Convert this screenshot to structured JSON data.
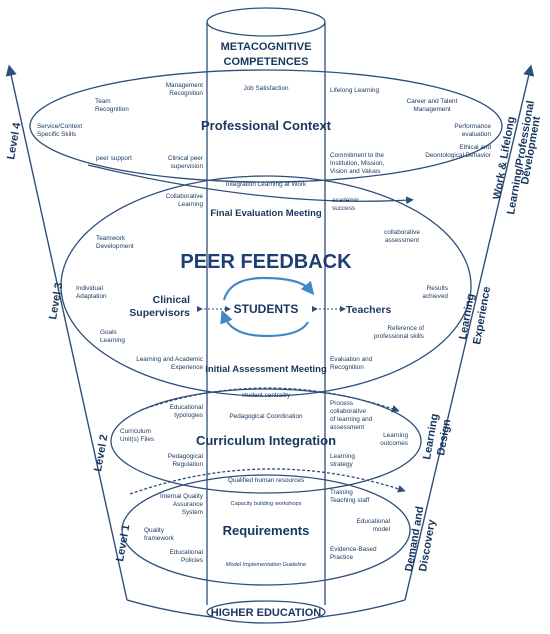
{
  "colors": {
    "primary": "#17375e",
    "arrow": "#3f87c9",
    "stroke": "#2d4f7c"
  },
  "top": {
    "title_line1": "METACOGNITIVE",
    "title_line2": "COMPETENCES"
  },
  "bottom": {
    "title": "HIGHER EDUCATION"
  },
  "levels": {
    "l1": "Level 1",
    "l2": "Level 2",
    "l3": "Level 3",
    "l4": "Level 4"
  },
  "right_axis": {
    "work_line1": "Work & Lifelong",
    "work_line2": "Learning/Professional",
    "work_line3": "Development",
    "exp_line1": "Learning",
    "exp_line2": "Experience",
    "design_line1": "Learning",
    "design_line2": "Design",
    "demand_line1": "Demand and",
    "demand_line2": "Discovery"
  },
  "professional": {
    "title": "Professional Context",
    "management_l1": "Management",
    "management_l2": "Recognition",
    "job": "Job Satisfaction",
    "lifelong": "Lifelong Learning",
    "team_l1": "Team",
    "team_l2": "Recognition",
    "career_l1": "Career and Talent",
    "career_l2": "Management",
    "service_l1": "Service/Context",
    "service_l2": "Specific Skills",
    "performance_l1": "Performance",
    "performance_l2": "evaluation",
    "ethical_l1": "Ethical and",
    "ethical_l2": "Deontological Behavior",
    "peer_support": "peer support",
    "clinical_peer_l1": "Clinical peer",
    "clinical_peer_l2": "supervision",
    "commitment_l1": "Commitment to the",
    "commitment_l2": "Institution, Mission,",
    "commitment_l3": "Vision and Values",
    "integration": "Integration Learning at Work"
  },
  "peer": {
    "collaborative_learning_l1": "Collaborative",
    "collaborative_learning_l2": "Learning",
    "final_meeting": "Final Evaluation Meeting",
    "academic_l1": "academic",
    "academic_l2": "success",
    "collab_assess_l1": "collaborative",
    "collab_assess_l2": "assessment",
    "teamwork_l1": "Teamwork",
    "teamwork_l2": "Development",
    "title": "PEER FEEDBACK",
    "individual_l1": "Individual",
    "individual_l2": "Adaptation",
    "results_l1": "Results",
    "results_l2": "achieved",
    "clinical_sup_l1": "Clinical",
    "clinical_sup_l2": "Supervisors",
    "students": "STUDENTS",
    "teachers": "Teachers",
    "goals_l1": "Goals",
    "goals_l2": "Learning",
    "reference_l1": "Reference of",
    "reference_l2": "professional skills",
    "academic_exp_l1": "Learning and Academic",
    "academic_exp_l2": "Experience",
    "initial_meeting": "Initial Assessment Meeting",
    "evaluation_l1": "Evaluation and",
    "evaluation_l2": "Recognition"
  },
  "curriculum": {
    "centrality": "student centrality",
    "typologies_l1": "Educational",
    "typologies_l2": "typologies",
    "coordination": "Pedagogical Coordination",
    "process_l1": "Process",
    "process_l2": "collaborative",
    "process_l3": "of learning and",
    "process_l4": "assessment",
    "units_l1": "Curriculum",
    "units_l2": "Unit(s) Files",
    "outcomes_l1": "Learning",
    "outcomes_l2": "outcomes",
    "title": "Curriculum Integration",
    "regulation_l1": "Pedagogical",
    "regulation_l2": "Regulation",
    "strategy_l1": "Learning",
    "strategy_l2": "strategy",
    "qualified": "Qualified human resources"
  },
  "requirements": {
    "iqa_l1": "Internal Quality",
    "iqa_l2": "Assurance",
    "iqa_l3": "System",
    "workshops": "Capacity building workshops",
    "training_l1": "Training",
    "training_l2": "Teaching staff",
    "quality_l1": "Quality",
    "quality_l2": "framework",
    "educational_model_l1": "Educational",
    "educational_model_l2": "model",
    "title": "Requirements",
    "policies_l1": "Educational",
    "policies_l2": "Policies",
    "evidence_l1": "Evidence-Based",
    "evidence_l2": "Practice",
    "guideline": "Model Implementation Guideline"
  }
}
